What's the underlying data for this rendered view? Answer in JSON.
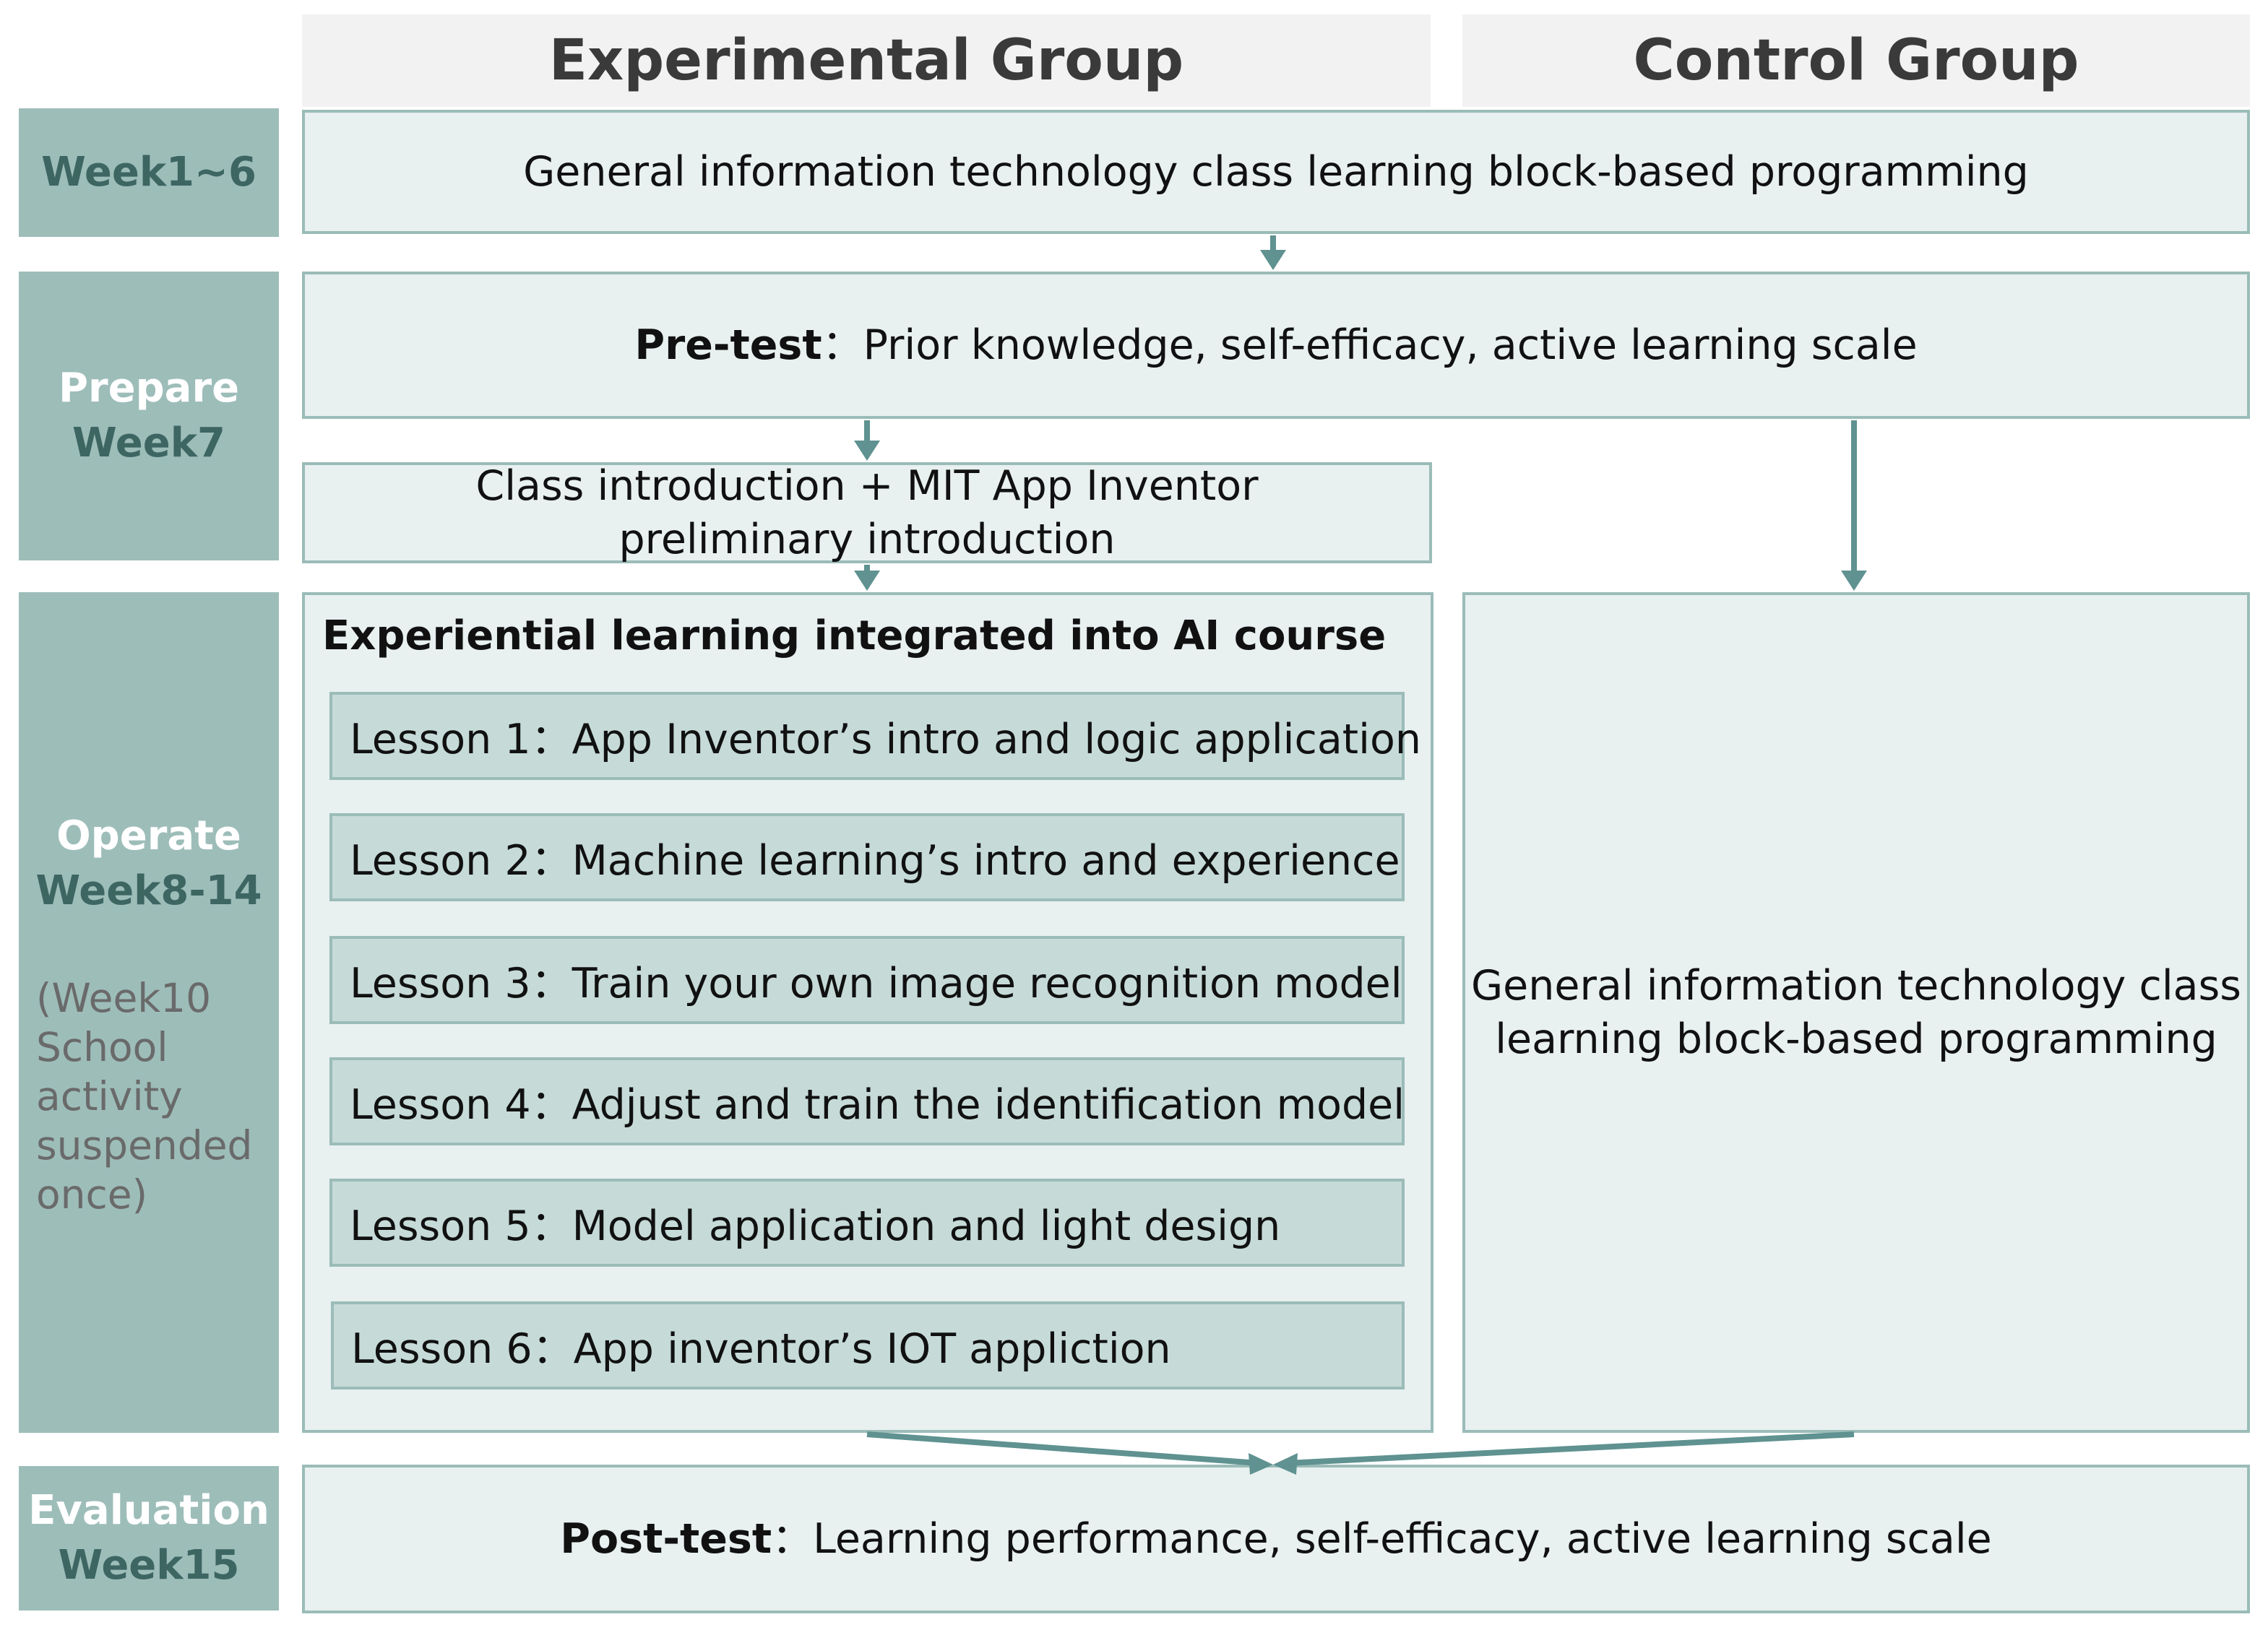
{
  "columns": {
    "experimental": "Experimental Group",
    "control": "Control Group"
  },
  "phases": {
    "week1_6": "Week1~6",
    "prepare": {
      "label": "Prepare",
      "week": "Week7"
    },
    "operate": {
      "label": "Operate",
      "week": "Week8-14",
      "note": [
        "(Week10",
        "School",
        "activity",
        "suspended",
        "once)"
      ]
    },
    "evaluation": {
      "label": "Evaluation",
      "week": "Week15"
    }
  },
  "general_class": "General information technology class learning block-based programming",
  "pretest": {
    "label": "Pre-test",
    "sep": "：",
    "text": "Prior knowledge, self-efficacy, active learning scale"
  },
  "intro": {
    "line1": "Class introduction + MIT App Inventor",
    "line2": "preliminary introduction"
  },
  "experiential": {
    "title": "Experiential learning integrated into AI course",
    "lessons": [
      "Lesson 1：App Inventor’s intro and logic application",
      "Lesson 2：Machine learning’s intro and experience",
      "Lesson 3：Train your own image recognition model",
      "Lesson 4：Adjust and train the identification model",
      "Lesson 5：Model application and light design",
      "Lesson 6：App inventor’s IOT appliction"
    ]
  },
  "control_class": {
    "line1": "General information technology class",
    "line2": "learning block-based programming"
  },
  "posttest": {
    "label": "Post-test",
    "sep": "：",
    "text": "Learning performance, self-efficacy, active learning scale"
  },
  "colors": {
    "phase_bg": "#9dbdb9",
    "box_bg": "#e8f0f0",
    "lesson_bg": "#c6dbd8",
    "arrow": "#5f9290",
    "header_bg": "#f2f2f2"
  }
}
